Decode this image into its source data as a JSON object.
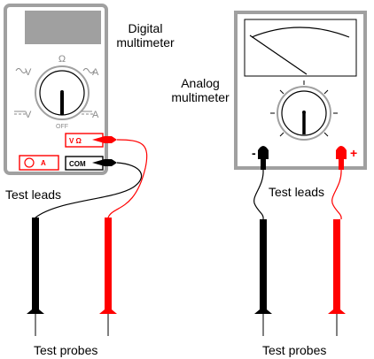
{
  "labels": {
    "digital_line1": "Digital",
    "digital_line2": "multimeter",
    "analog_line1": "Analog",
    "analog_line2": "multimeter",
    "test_leads_left": "Test leads",
    "test_leads_right": "Test leads",
    "test_probes_left": "Test probes",
    "test_probes_right": "Test probes"
  },
  "digital_meter": {
    "dial_top": "Ω",
    "dial_bottom": "OFF",
    "dial_upper_left": "V",
    "dial_upper_right": "A",
    "dial_lower_left": "V",
    "dial_lower_right": "A",
    "jack_va": "V Ω",
    "jack_com": "COM",
    "jack_a": "A"
  },
  "analog_meter": {
    "minus_sign": "-",
    "plus_sign": "+"
  },
  "colors": {
    "meter_body": "#a0a0a0",
    "lcd": "#a0a0a0",
    "red": "#ff0000",
    "black": "#000000"
  }
}
